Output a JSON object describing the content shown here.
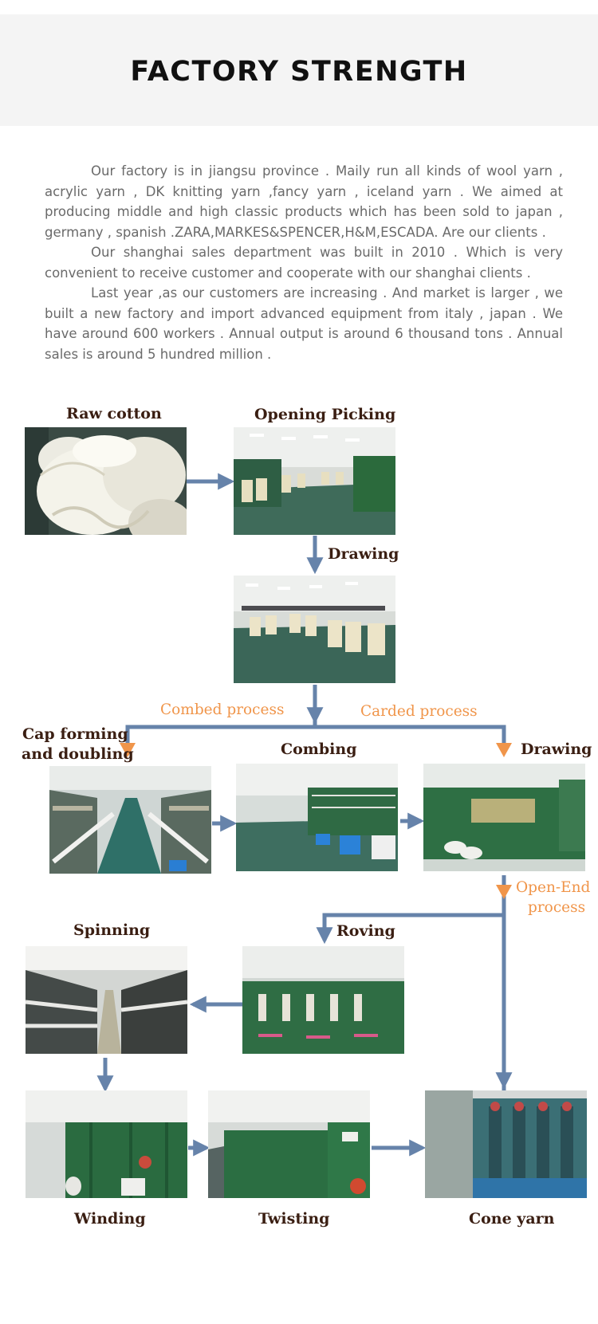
{
  "title": "FACTORY STRENGTH",
  "intro": [
    "Our factory is in jiangsu province . Maily run all kinds of wool yarn , acrylic yarn , DK knitting yarn ,fancy yarn , iceland yarn  . We aimed at producing middle and high classic products which has been sold to japan , germany , spanish .ZARA,MARKES&SPENCER,H&M,ESCADA.  Are our clients .",
    "Our shanghai sales department was built in 2010 . Which is very convenient to receive customer and cooperate with our shanghai clients .",
    "Last year ,as our customers are increasing .  And market is larger , we built a new factory and import advanced equipment from italy , japan . We have around 600 workers . Annual output is around 6 thousand tons . Annual sales is around 5 hundred million ."
  ],
  "steps": {
    "raw_cotton": "Raw cotton",
    "opening_picking": "Opening Picking",
    "drawing_1": "Drawing",
    "cap_forming_1": "Cap forming",
    "cap_forming_2": "and doubling",
    "combing": "Combing",
    "drawing_2": "Drawing",
    "spinning": "Spinning",
    "roving": "Roving",
    "winding": "Winding",
    "twisting": "Twisting",
    "cone_yarn": "Cone yarn"
  },
  "processes": {
    "combed": "Combed  process",
    "carded": "Carded  process",
    "open_end_1": "Open-End",
    "open_end_2": "process"
  },
  "colors": {
    "arrow": "#6683aa",
    "accent": "#f0954a",
    "label": "#3a1e12",
    "title": "#111111",
    "body_text": "#6a6a6a"
  }
}
